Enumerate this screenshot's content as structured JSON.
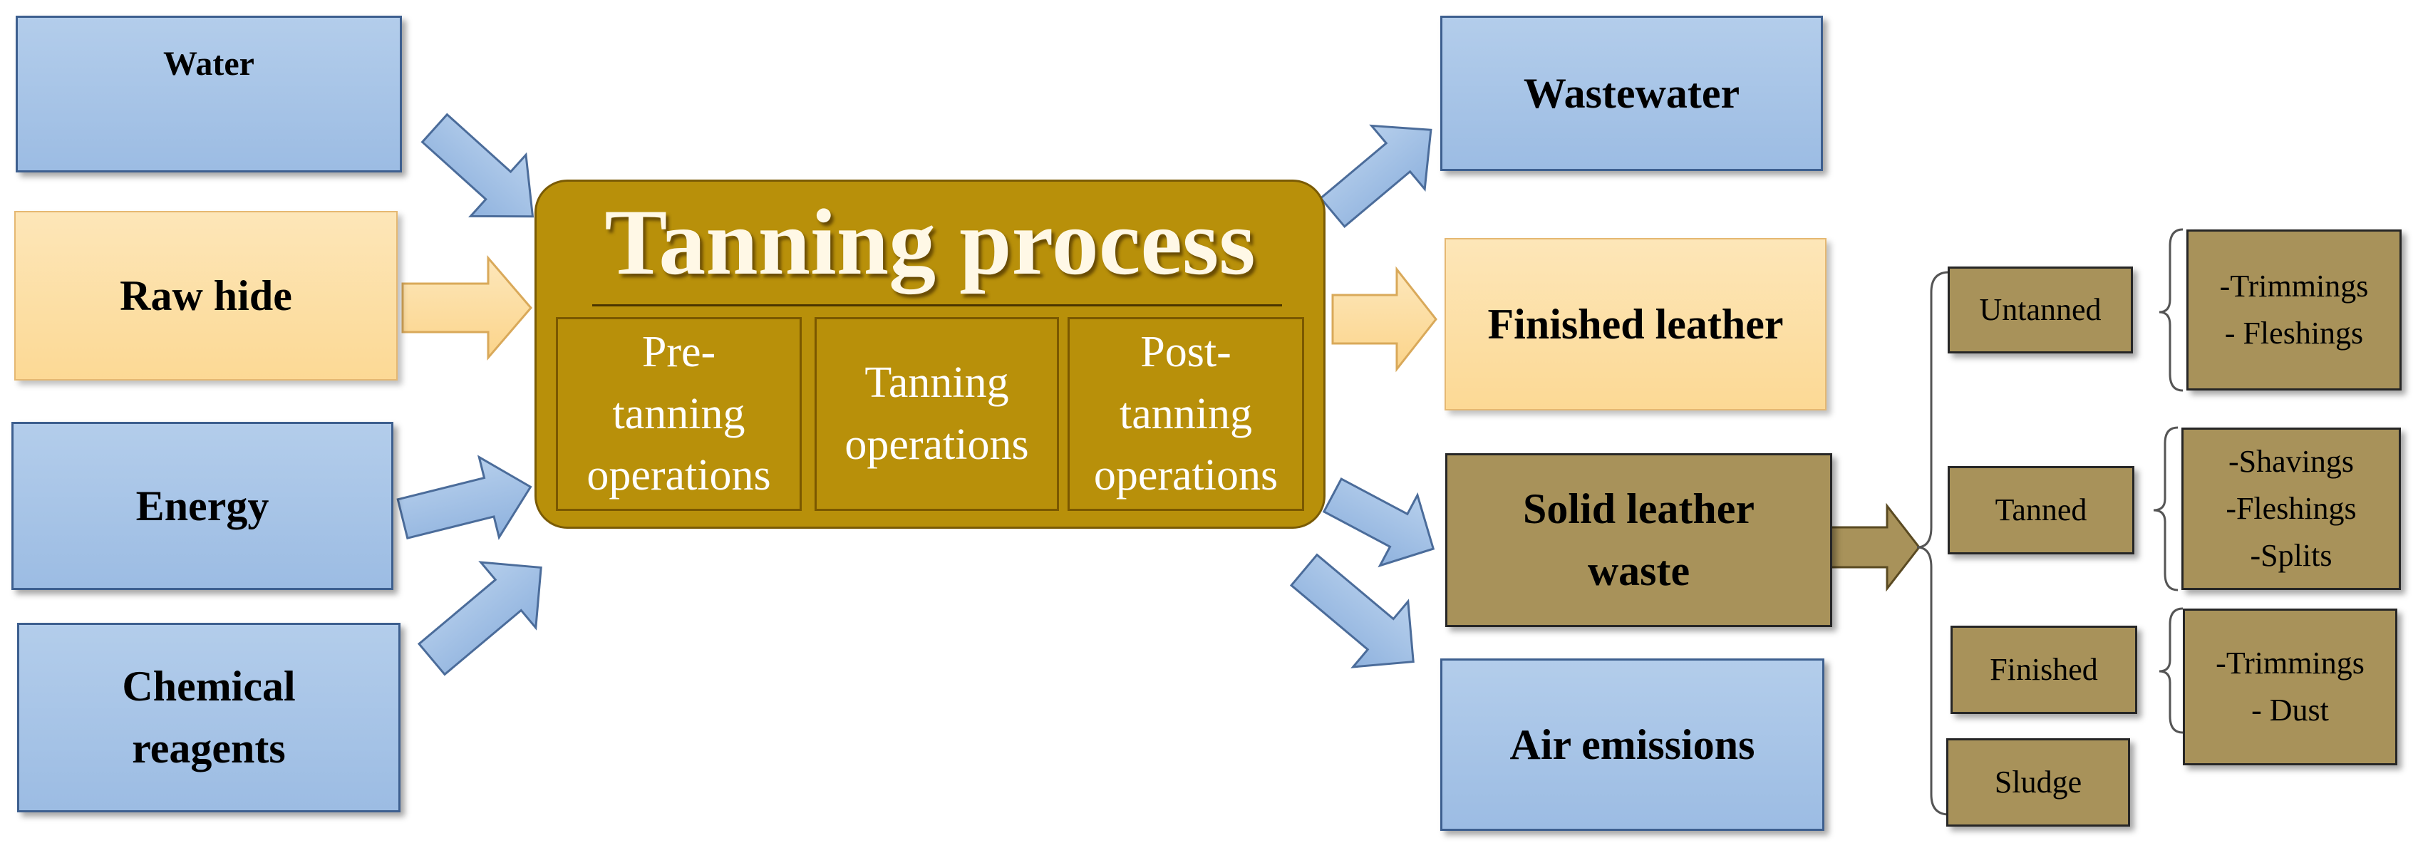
{
  "inputs": {
    "water": "Water",
    "raw_hide": "Raw hide",
    "energy": "Energy",
    "chemical_reagents": "Chemical\nreagents"
  },
  "process": {
    "title": "Tanning process",
    "stages": [
      "Pre-\ntanning\noperations",
      "Tanning\noperations",
      "Post-\ntanning\noperations"
    ]
  },
  "outputs": {
    "wastewater": "Wastewater",
    "finished_leather": "Finished leather",
    "solid_leather_waste": "Solid leather\nwaste",
    "air_emissions": "Air emissions"
  },
  "waste_types": [
    {
      "name": "Untanned",
      "items": "-Trimmings\n- Fleshings"
    },
    {
      "name": "Tanned",
      "items": "-Shavings\n-Fleshings\n-Splits"
    },
    {
      "name": "Finished",
      "items": "-Trimmings\n- Dust"
    },
    {
      "name": "Sludge",
      "items": ""
    }
  ],
  "colors": {
    "input_blue": "#9cbce3",
    "input_orange": "#fcd995",
    "process_gold": "#b8900a",
    "waste_olive": "#a8925a"
  }
}
